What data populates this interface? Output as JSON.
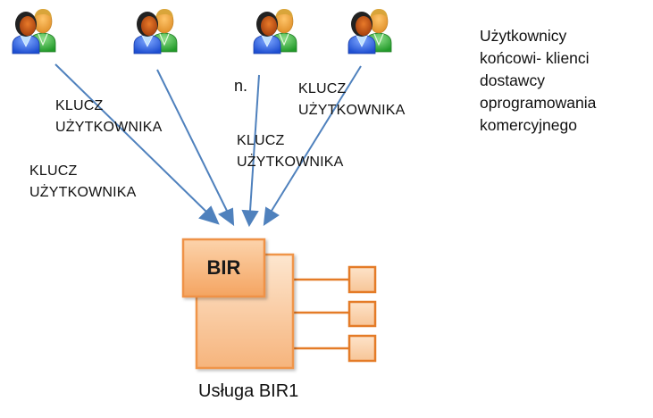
{
  "diagram": {
    "users": [
      {
        "id": "user-group-1"
      },
      {
        "id": "user-group-2"
      },
      {
        "id": "user-group-n"
      },
      {
        "id": "user-group-4"
      }
    ],
    "n_marker": "n.",
    "key_labels": [
      {
        "line1": "KLUCZ",
        "line2": "UŻYTKOWNIKA"
      },
      {
        "line1": "KLUCZ",
        "line2": "UŻYTKOWNIKA"
      },
      {
        "line1": "KLUCZ",
        "line2": "UŻYTKOWNIKA"
      },
      {
        "line1": "KLUCZ",
        "line2": "UŻYTKOWNIKA"
      }
    ],
    "description": {
      "lines": [
        "Użytkownicy",
        "końcowi- klienci",
        "dostawcy",
        "oprogramowania",
        "komercyjnego"
      ]
    },
    "service": {
      "box_label": "BIR",
      "caption": "Usługa BIR1",
      "endpoints_count": 3
    },
    "colors": {
      "arrow": "#4f81bd",
      "box_border": "#e98a3c",
      "box_fill_top": "#fde3c9",
      "box_fill_bottom": "#f8b984",
      "text": "#111111"
    },
    "icons": {
      "user_group": "two-users-icon"
    }
  }
}
